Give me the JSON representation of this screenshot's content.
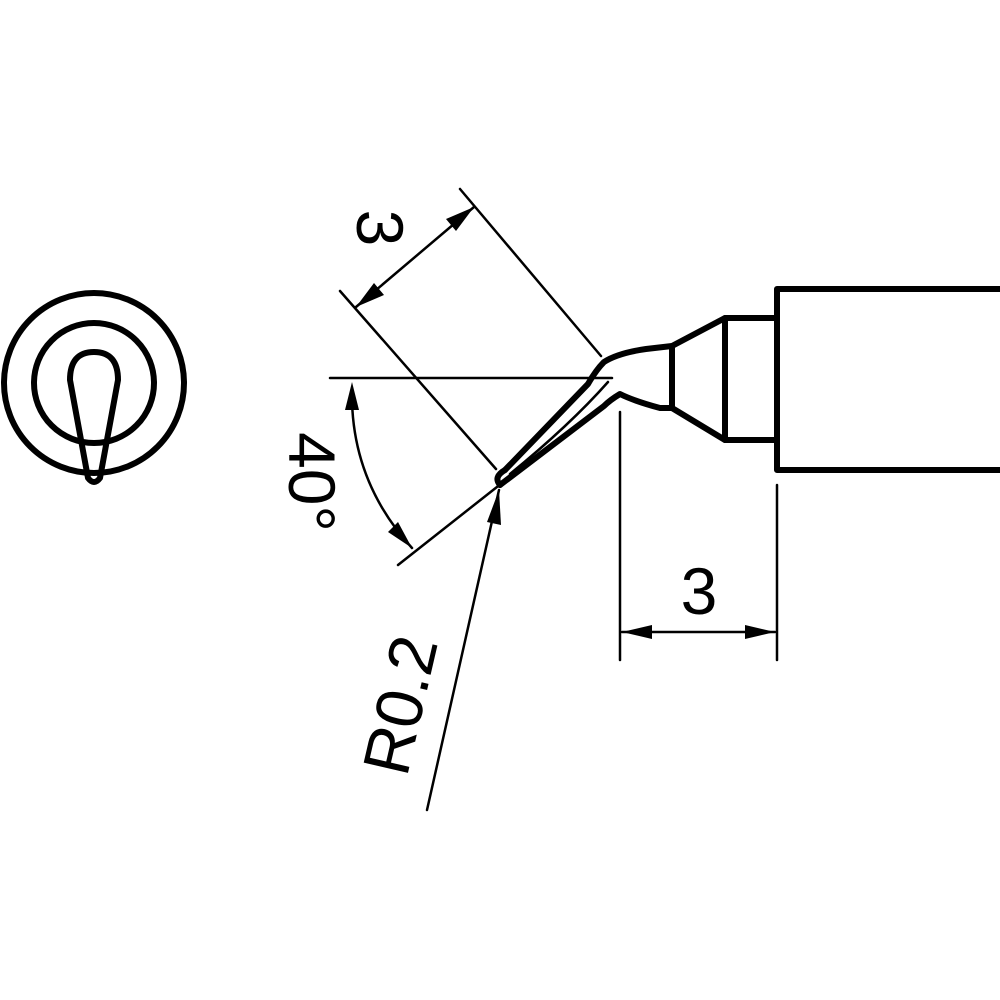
{
  "dimensions": {
    "offset_length": "3",
    "bent_length": "3",
    "bend_angle": "40°",
    "tip_radius": "R0.2"
  },
  "colors": {
    "line": "#000000",
    "background": "#ffffff"
  }
}
